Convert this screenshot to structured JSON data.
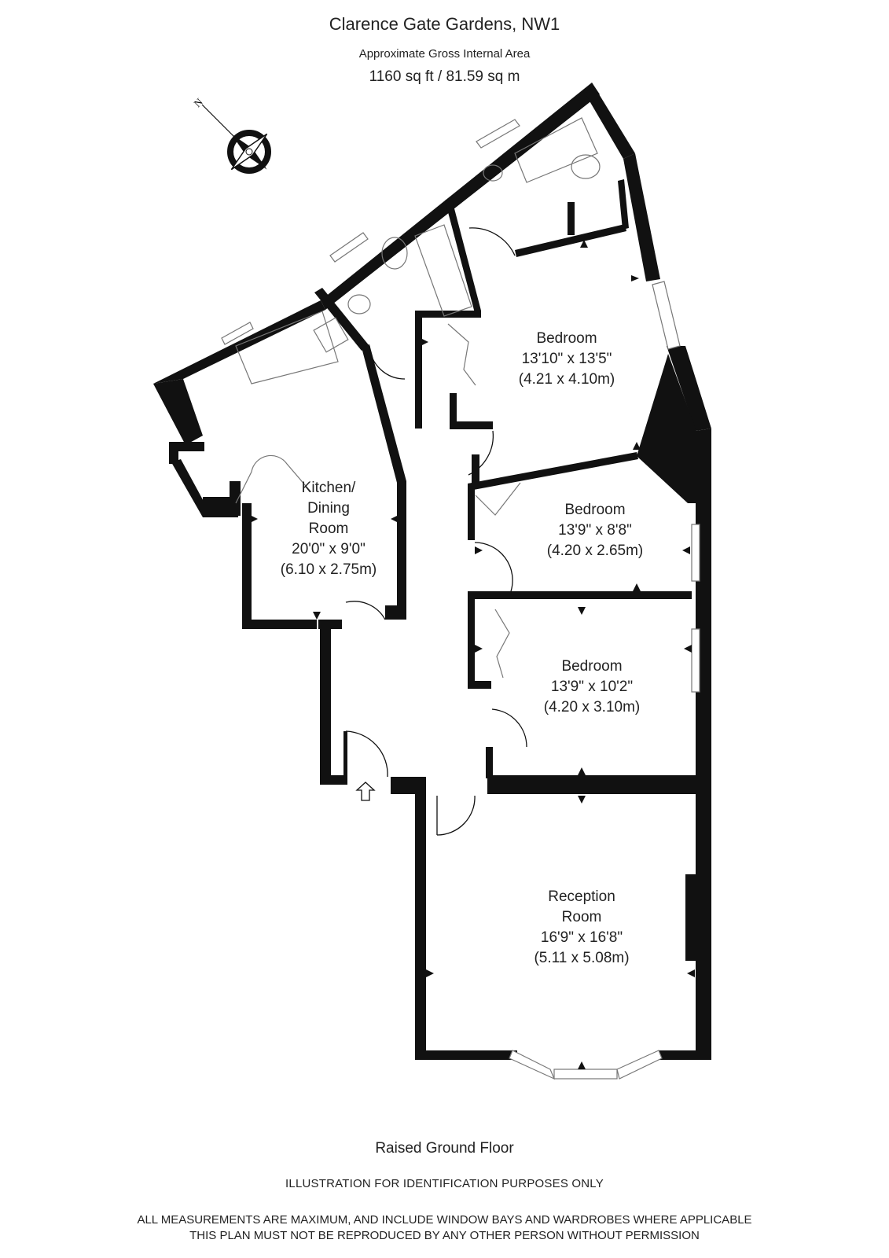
{
  "header": {
    "title": "Clarence Gate Gardens, NW1",
    "area_label": "Approximate Gross Internal Area",
    "area_value": "1160 sq ft  /  81.59 sq m"
  },
  "compass": {
    "letter": "N",
    "icon": "compass-rose-icon"
  },
  "rooms": {
    "bedroom1": {
      "name": "Bedroom",
      "dims": "13'10\" x 13'5\"",
      "metric": "(4.21 x 4.10m)"
    },
    "bedroom2": {
      "name": "Bedroom",
      "dims": "13'9\" x 8'8\"",
      "metric": "(4.20 x 2.65m)"
    },
    "bedroom3": {
      "name": "Bedroom",
      "dims": "13'9\" x 10'2\"",
      "metric": "(4.20 x 3.10m)"
    },
    "kitchen": {
      "name1": "Kitchen/",
      "name2": "Dining",
      "name3": "Room",
      "dims": "20'0\" x 9'0\"",
      "metric": "(6.10 x 2.75m)"
    },
    "reception": {
      "name1": "Reception",
      "name2": "Room",
      "dims": "16'9\" x 16'8\"",
      "metric": "(5.11 x 5.08m)"
    }
  },
  "footer": {
    "floor": "Raised Ground Floor",
    "illustration": "ILLUSTRATION FOR IDENTIFICATION PURPOSES ONLY",
    "measurements": "ALL MEASUREMENTS ARE MAXIMUM, AND INCLUDE WINDOW BAYS AND WARDROBES WHERE APPLICABLE",
    "copyright": "THIS PLAN MUST NOT BE REPRODUCED BY ANY OTHER PERSON WITHOUT PERMISSION"
  }
}
